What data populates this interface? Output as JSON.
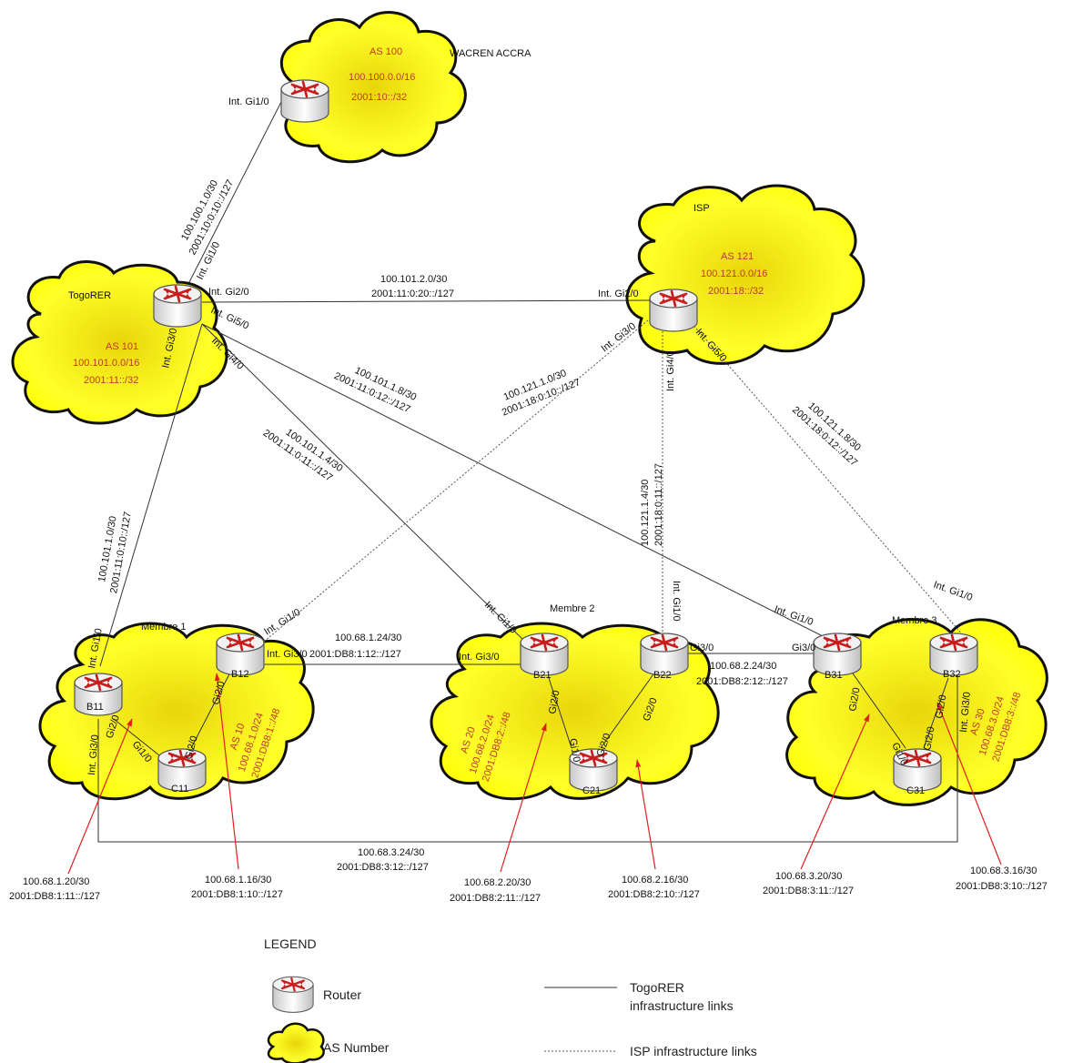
{
  "clouds": {
    "as100": {
      "name": "WACREN ACCRA",
      "as": "AS 100",
      "v4": "100.100.0.0/16",
      "v6": "2001:10::/32"
    },
    "as101": {
      "name": "TogoRER",
      "as": "AS 101",
      "v4": "100.101.0.0/16",
      "v6": "2001:11::/32"
    },
    "as121": {
      "name": "ISP",
      "as": "AS 121",
      "v4": "100.121.0.0/16",
      "v6": "2001:18::/32"
    },
    "as10": {
      "name": "Membre 1",
      "as": "AS 10",
      "v4": "100.68.1.0/24",
      "v6": "2001:DB8:1::/48"
    },
    "as20": {
      "name": "Membre 2",
      "as": "AS 20",
      "v4": "100.68.2.0/24",
      "v6": "2001:DB8:2::/48"
    },
    "as30": {
      "name": "Membre 3",
      "as": "AS 30",
      "v4": "100.68.3.0/24",
      "v6": "2001:DB8:3::/48"
    }
  },
  "routers": {
    "b11": "B11",
    "b12": "B12",
    "c11": "C11",
    "b21": "B21",
    "b22": "B22",
    "c21": "C21",
    "b31": "B31",
    "b32": "B32",
    "c31": "C31"
  },
  "interfaces": {
    "wacren_gi1": "Int. Gi1/0",
    "tog_gi1": "Int. Gi1/0",
    "tog_gi2": "Int. Gi2/0",
    "tog_gi5": "Int. Gi5/0",
    "tog_gi4": "Int. Gi4/0",
    "tog_gi3": "Int. Gi3/0",
    "isp_gi2": "Int. Gi2/0",
    "isp_gi3": "Int. Gi3/0",
    "isp_gi4": "Int. Gi4/0",
    "isp_gi5": "Int. Gi5/0",
    "b11_gi1": "Int. Gi1/0",
    "b11_gi3": "Int. Gi3/0",
    "b11_gi2": "Gi2/0",
    "b12_gi1": "Int. Gi1/0",
    "b12_gi3": "Int. Gi3/0",
    "b12_gi2": "Gi2/0",
    "c11_gi1": "Gi1/0",
    "c11_gi2": "Gi2/0",
    "b21_gi1": "Int. Gi1/0",
    "b21_gi3": "Int. Gi3/0",
    "b21_gi2": "Gi2/0",
    "b22_gi1": "Int. Gi1/0",
    "b22_gi3": "Gi3/0",
    "b22_gi2": "Gi2/0",
    "c21_gi1": "Gi1/0",
    "c21_gi2": "Gi2/0",
    "b31_gi1": "Int. Gi1/0",
    "b31_gi3": "Gi3/0",
    "b31_gi2": "Gi2/0",
    "b32_gi1": "Int. Gi1/0",
    "b32_gi3": "Int. Gi3/0",
    "b32_gi2": "Gi2/0",
    "c31_gi1": "Gi1/0",
    "c31_gi2": "Gi2/0"
  },
  "links": {
    "tog_wacren": {
      "v4": "100.100.1.0/30",
      "v6": "2001:10:0:10::/127"
    },
    "tog_isp": {
      "v4": "100.101.2.0/30",
      "v6": "2001:11:0:20::/127"
    },
    "tog_b11": {
      "v4": "100.101.1.0/30",
      "v6": "2001:11:0:10::/127"
    },
    "tog_b21": {
      "v4": "100.101.1.4/30",
      "v6": "2001:11:0:11::/127"
    },
    "tog_b31": {
      "v4": "100.101.1.8/30",
      "v6": "2001:11:0:12::/127"
    },
    "isp_b12": {
      "v4": "100.121.1.0/30",
      "v6": "2001:18:0:10::/127"
    },
    "isp_b22": {
      "v4": "100.121.1.4/30",
      "v6": "2001:18:0:11::/127"
    },
    "isp_b32": {
      "v4": "100.121.1.8/30",
      "v6": "2001:18:0:12::/127"
    },
    "b12_b21": {
      "v4": "100.68.1.24/30",
      "v6": "2001:DB8:1:12::/127"
    },
    "b22_b31": {
      "v4": "100.68.2.24/30",
      "v6": "2001:DB8:2:12::/127"
    },
    "b11_b32": {
      "v4": "100.68.3.24/30",
      "v6": "2001:DB8:3:12::/127"
    },
    "c11_b11": {
      "v4": "100.68.1.20/30",
      "v6": "2001:DB8:1:11::/127"
    },
    "c11_b12": {
      "v4": "100.68.1.16/30",
      "v6": "2001:DB8:1:10::/127"
    },
    "c21_b21": {
      "v4": "100.68.2.20/30",
      "v6": "2001:DB8:2:11::/127"
    },
    "c21_b22": {
      "v4": "100.68.2.16/30",
      "v6": "2001:DB8:2:10::/127"
    },
    "c31_b31": {
      "v4": "100.68.3.20/30",
      "v6": "2001:DB8:3:11::/127"
    },
    "c31_b32": {
      "v4": "100.68.3.16/30",
      "v6": "2001:DB8:3:10::/127"
    }
  },
  "legend": {
    "title": "LEGEND",
    "router": "Router",
    "as": "AS Number",
    "tog_line1": "TogoRER",
    "tog_line2": "infrastructure links",
    "isp": "ISP infrastructure links"
  }
}
